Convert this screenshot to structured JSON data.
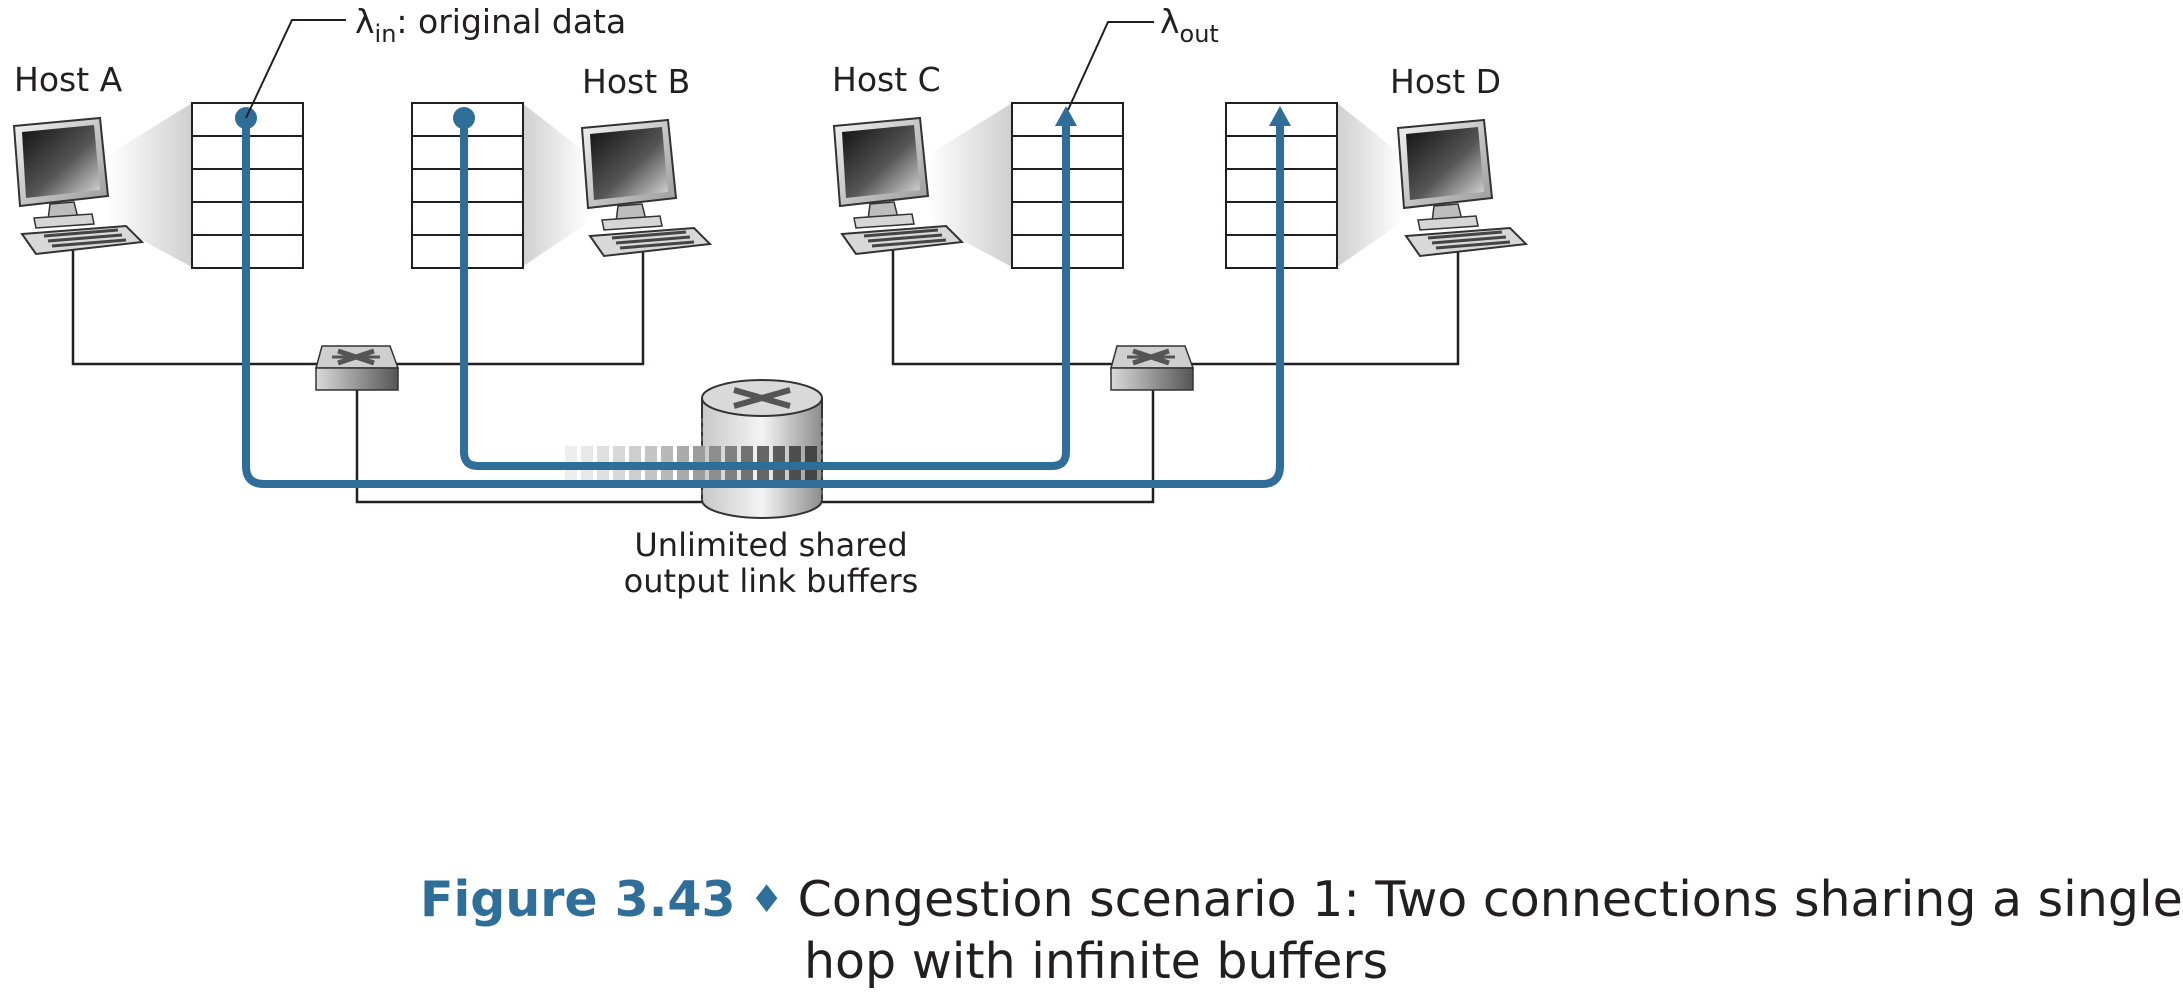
{
  "hosts": [
    {
      "id": "a",
      "label": "Host A"
    },
    {
      "id": "b",
      "label": "Host B"
    },
    {
      "id": "c",
      "label": "Host C"
    },
    {
      "id": "d",
      "label": "Host D"
    }
  ],
  "annotations": {
    "lambda_in": {
      "symbol": "λ",
      "subscript": "in",
      "text": ": original data"
    },
    "lambda_out": {
      "symbol": "λ",
      "subscript": "out"
    }
  },
  "router_label": {
    "line1": "Unlimited shared",
    "line2": "output link buffers"
  },
  "caption": {
    "figure_number": "Figure 3.43",
    "separator": "♦",
    "text_line1": "Congestion scenario 1: Two connections sharing a single",
    "text_line2": "hop with infinite buffers"
  },
  "colors": {
    "flow": "#2e6e99",
    "wire": "#231f20",
    "caption_accent": "#2e6e99"
  }
}
